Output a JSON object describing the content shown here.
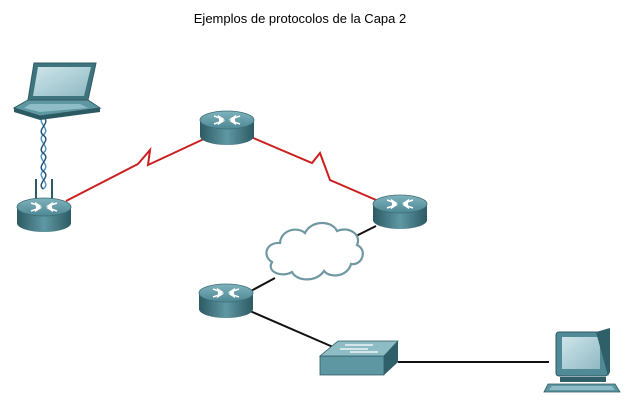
{
  "title": "Ejemplos de protocolos de la Capa 2",
  "colors": {
    "serial_link": "#cc1f1f",
    "ethernet_link": "#111111",
    "device_teal": "#4f8a96",
    "device_dark": "#2f5f69",
    "cloud_fill": "#ffffff",
    "cloud_stroke": "#5f8f9a",
    "wireless_wave": "#4a90c0"
  },
  "devices": [
    {
      "id": "laptop",
      "icon": "laptop-icon"
    },
    {
      "id": "wireless-router",
      "icon": "wireless-router-icon"
    },
    {
      "id": "router-top",
      "icon": "router-icon"
    },
    {
      "id": "router-right",
      "icon": "router-icon"
    },
    {
      "id": "router-bottom",
      "icon": "router-icon"
    },
    {
      "id": "switch",
      "icon": "switch-icon"
    },
    {
      "id": "pc",
      "icon": "desktop-pc-icon"
    },
    {
      "id": "wan-cloud",
      "icon": "cloud-icon"
    }
  ],
  "links": [
    {
      "from": "wireless-router",
      "to": "router-top",
      "type": "serial"
    },
    {
      "from": "router-top",
      "to": "router-right",
      "type": "serial"
    },
    {
      "from": "router-right",
      "to": "wan-cloud",
      "type": "ethernet"
    },
    {
      "from": "wan-cloud",
      "to": "router-bottom",
      "type": "ethernet"
    },
    {
      "from": "router-bottom",
      "to": "switch",
      "type": "ethernet"
    },
    {
      "from": "switch",
      "to": "pc",
      "type": "ethernet"
    },
    {
      "from": "laptop",
      "to": "wireless-router",
      "type": "wireless"
    }
  ]
}
